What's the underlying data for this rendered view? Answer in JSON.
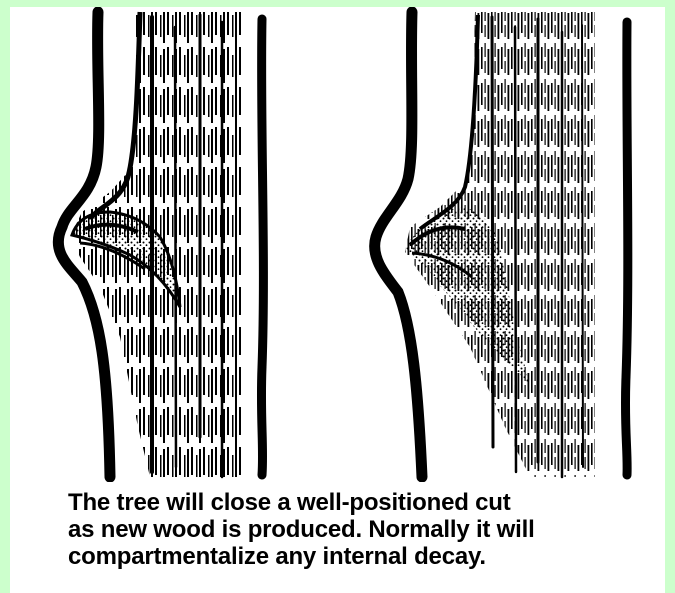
{
  "colors": {
    "border": "#ccffcc",
    "background": "#ffffff",
    "ink": "#000000"
  },
  "illustrations": [
    {
      "name": "branch-stub-before-closure",
      "icon": "tree-trunk-cut-icon"
    },
    {
      "name": "branch-stub-after-closure",
      "icon": "tree-trunk-healed-icon"
    }
  ],
  "caption": {
    "lines": [
      "The tree will close a well-positioned cut",
      "as new wood is produced. Normally it will",
      "compartmentalize any internal decay."
    ]
  }
}
